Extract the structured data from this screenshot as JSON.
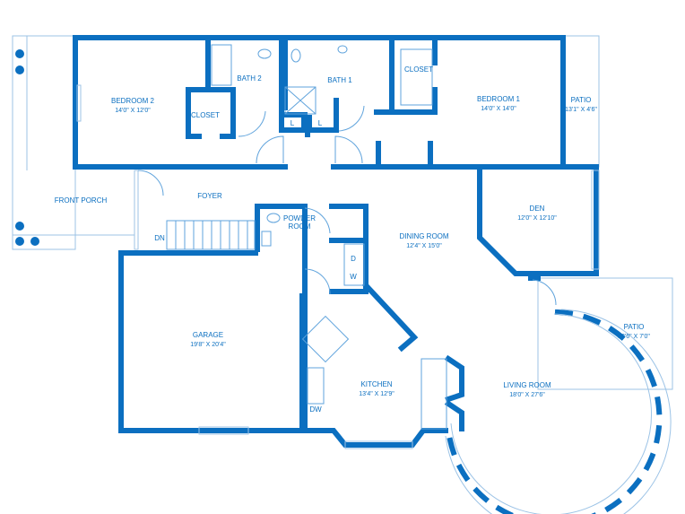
{
  "floorplan": {
    "rooms": {
      "bedroom2": {
        "name": "BEDROOM 2",
        "dims": "14'0\" X 12'0\""
      },
      "closet_b2": {
        "name": "CLOSET"
      },
      "bath2": {
        "name": "BATH 2"
      },
      "bath1": {
        "name": "BATH 1"
      },
      "closet_b1": {
        "name": "CLOSET"
      },
      "bedroom1": {
        "name": "BEDROOM 1",
        "dims": "14'0\" X 14'0\""
      },
      "patio_top": {
        "name": "PATIO",
        "dims": "13'1\" X 4'6\""
      },
      "front_porch": {
        "name": "FRONT PORCH"
      },
      "foyer": {
        "name": "FOYER"
      },
      "stairs": {
        "name": "DN"
      },
      "powder": {
        "name": "POWDER",
        "name2": "ROOM"
      },
      "dining": {
        "name": "DINING ROOM",
        "dims": "12'4\" X 15'0\""
      },
      "den": {
        "name": "DEN",
        "dims": "12'0\" X 12'10\""
      },
      "garage": {
        "name": "GARAGE",
        "dims": "19'8\" X 20'4\""
      },
      "kitchen": {
        "name": "KITCHEN",
        "dims": "13'4\" X 12'9\""
      },
      "living": {
        "name": "LIVING ROOM",
        "dims": "18'0\" X 27'6\""
      },
      "patio_right": {
        "name": "PATIO",
        "dims": "12'6\" X 7'0\""
      }
    },
    "fixtures": {
      "linen1": "L",
      "linen2": "L",
      "dryer": "D",
      "washer": "W",
      "dishwasher": "DW"
    },
    "colors": {
      "wall": "#0b6fc0",
      "thin": "#9cc3e6"
    }
  }
}
